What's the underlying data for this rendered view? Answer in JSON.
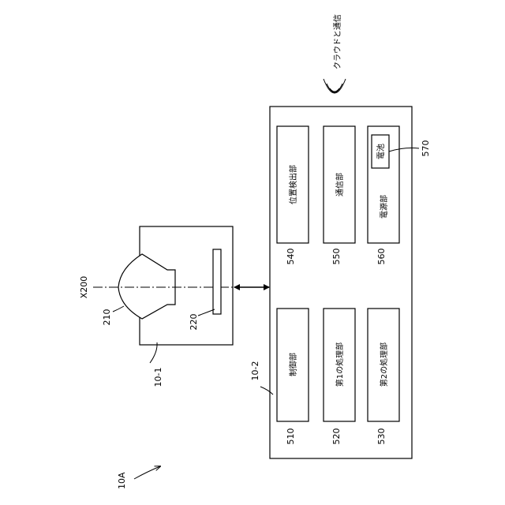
{
  "figure_label": "10A",
  "axis_label": "X200",
  "unit_10_1": {
    "ref": "10-1",
    "lens_ref": "210",
    "sensor_ref": "220"
  },
  "unit_10_2": {
    "ref": "10-2",
    "blocks": [
      {
        "ref": "510",
        "label": "制御部"
      },
      {
        "ref": "520",
        "label": "第1の処理部"
      },
      {
        "ref": "530",
        "label": "第2の処理部"
      },
      {
        "ref": "540",
        "label": "位置検出部"
      },
      {
        "ref": "550",
        "label": "通信部"
      },
      {
        "ref": "560",
        "label": "電源部"
      }
    ],
    "battery": {
      "ref": "570",
      "label": "電池"
    }
  },
  "cloud_label": "クラウドと通信"
}
